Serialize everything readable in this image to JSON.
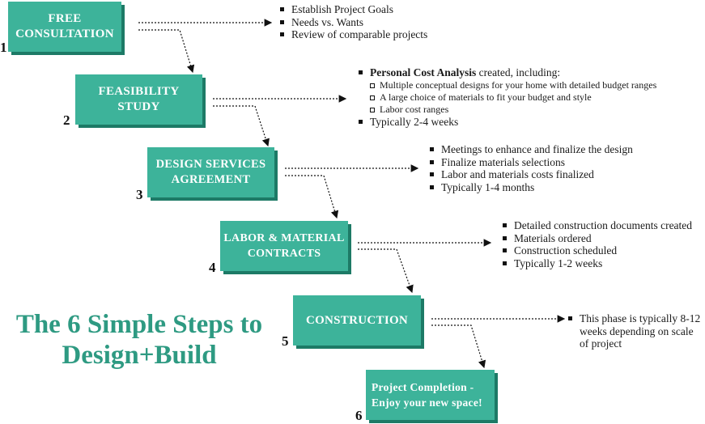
{
  "title": "The 6 Simple Steps to Design+Build",
  "colors": {
    "box_fill": "#3db39a",
    "box_shadow": "#1d7a66",
    "title": "#2e9a82"
  },
  "steps": [
    {
      "number": "1",
      "label": "FREE\nCONSULTATION",
      "details": [
        "Establish Project Goals",
        "Needs vs. Wants",
        "Review of comparable projects"
      ]
    },
    {
      "number": "2",
      "label": "FEASIBILITY\nSTUDY",
      "details_intro_bold": "Personal Cost Analysis",
      "details_intro_rest": " created, including:",
      "sub_details": [
        "Multiple conceptual designs for your home with detailed budget ranges",
        "A large choice of materials to fit your budget and style",
        "Labor cost ranges"
      ],
      "details": [
        "Typically 2-4 weeks"
      ]
    },
    {
      "number": "3",
      "label": "DESIGN SERVICES\nAGREEMENT",
      "details": [
        "Meetings to enhance and finalize the design",
        "Finalize materials selections",
        "Labor and materials costs finalized",
        "Typically 1-4 months"
      ]
    },
    {
      "number": "4",
      "label": "LABOR & MATERIAL\nCONTRACTS",
      "details": [
        "Detailed construction documents created",
        "Materials ordered",
        "Construction scheduled",
        "Typically 1-2 weeks"
      ]
    },
    {
      "number": "5",
      "label": "CONSTRUCTION",
      "details": [
        "This phase is typically 8-12\nweeks depending on scale\nof project"
      ]
    },
    {
      "number": "6",
      "label": "Project Completion -\nEnjoy your new space!",
      "details": []
    }
  ]
}
